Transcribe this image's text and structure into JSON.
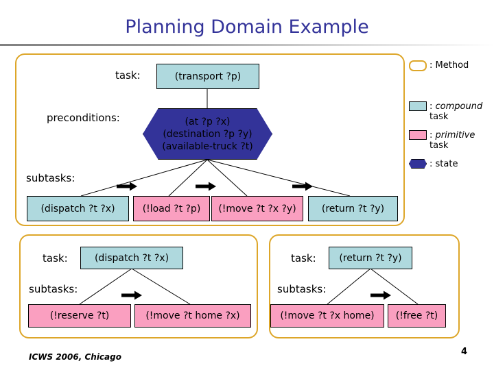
{
  "slide": {
    "title": "Planning Domain Example",
    "title_color": "#333399",
    "footer": "ICWS 2006, Chicago",
    "page_number": "4"
  },
  "colors": {
    "method_border": "#DDA629",
    "compound_task": "#AFD9DE",
    "primitive_task": "#FA9FC0",
    "state": "#333399",
    "title": "#333399"
  },
  "methods": {
    "main": {
      "task_label": "task:",
      "task_name": "(transport ?p)",
      "preconditions_label": "preconditions:",
      "preconditions": [
        "(at ?p ?x)",
        "(destination ?p ?y)",
        "(available-truck ?t)"
      ],
      "subtasks_label": "subtasks:",
      "subtasks": [
        {
          "name": "(dispatch ?t ?x)",
          "kind": "compound"
        },
        {
          "name": "(!load ?t ?p)",
          "kind": "primitive"
        },
        {
          "name": "(!move ?t ?x ?y)",
          "kind": "primitive"
        },
        {
          "name": "(return ?t ?y)",
          "kind": "compound"
        }
      ]
    },
    "dispatch": {
      "task_label": "task:",
      "task_name": "(dispatch ?t ?x)",
      "subtasks_label": "subtasks:",
      "subtasks": [
        {
          "name": "(!reserve ?t)",
          "kind": "primitive"
        },
        {
          "name": "(!move ?t home ?x)",
          "kind": "primitive"
        }
      ]
    },
    "return": {
      "task_label": "task:",
      "task_name": "(return ?t ?y)",
      "subtasks_label": "subtasks:",
      "subtasks": [
        {
          "name": "(!move ?t ?x home)",
          "kind": "primitive"
        },
        {
          "name": "(!free ?t)",
          "kind": "primitive"
        }
      ]
    }
  },
  "legend": {
    "items": [
      {
        "swatch": "method-outline",
        "prefix": ": ",
        "emphasis": "Method",
        "emphasis_style": "normal",
        "second_line": ""
      },
      {
        "swatch": "compound",
        "prefix": ": ",
        "emphasis": "compound",
        "emphasis_style": "italic",
        "second_line": "task"
      },
      {
        "swatch": "primitive",
        "prefix": ": ",
        "emphasis": "primitive",
        "emphasis_style": "italic",
        "second_line": "task"
      },
      {
        "swatch": "state-hex",
        "prefix": ": ",
        "emphasis": "state",
        "emphasis_style": "normal",
        "second_line": ""
      }
    ]
  }
}
